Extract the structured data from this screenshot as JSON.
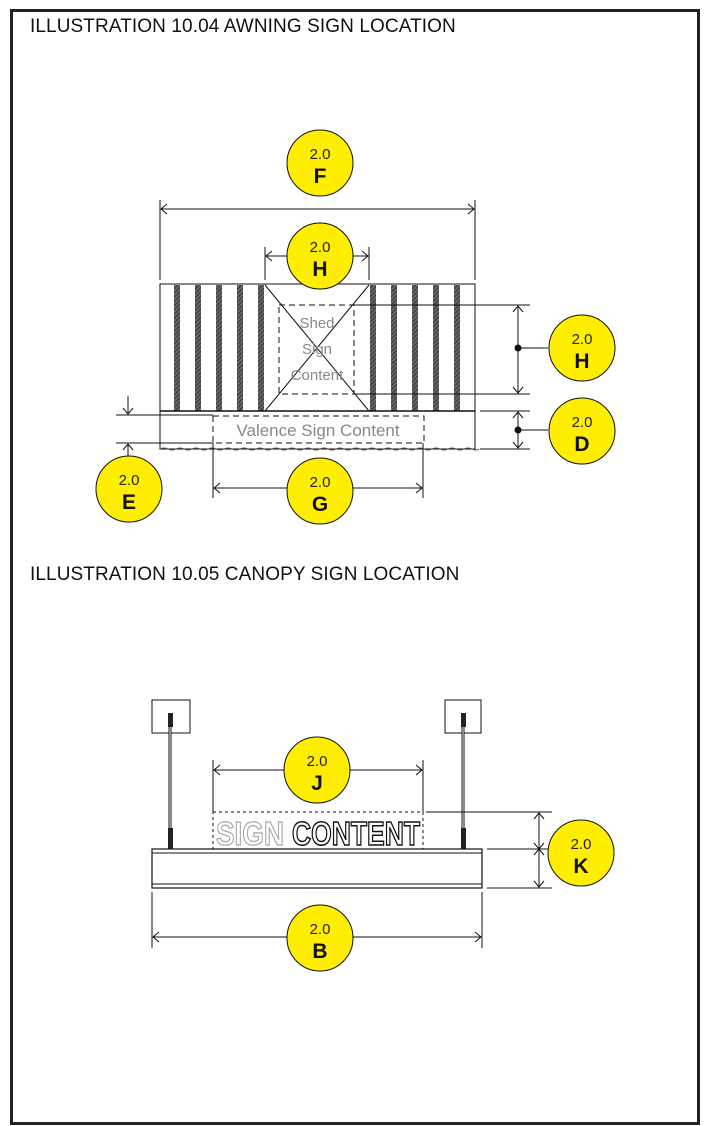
{
  "illustrations": [
    {
      "id": "awning",
      "title": "ILLUSTRATION 10.04 AWNING SIGN LOCATION"
    },
    {
      "id": "canopy",
      "title": "ILLUSTRATION 10.05 CANOPY SIGN LOCATION"
    }
  ],
  "awning": {
    "shed_sign_label": [
      "Shed",
      "Sign",
      "Content"
    ],
    "valence_sign_label": "Valence Sign Content"
  },
  "canopy": {
    "sign_word_1": "SIGN",
    "sign_word_2": "CONTENT"
  },
  "bubbles": {
    "F": {
      "number": "2.0",
      "letter": "F"
    },
    "H_top": {
      "number": "2.0",
      "letter": "H"
    },
    "H_side": {
      "number": "2.0",
      "letter": "H"
    },
    "D": {
      "number": "2.0",
      "letter": "D"
    },
    "E": {
      "number": "2.0",
      "letter": "E"
    },
    "G": {
      "number": "2.0",
      "letter": "G"
    },
    "J": {
      "number": "2.0",
      "letter": "J"
    },
    "K": {
      "number": "2.0",
      "letter": "K"
    },
    "B": {
      "number": "2.0",
      "letter": "B"
    }
  },
  "colors": {
    "bubble_fill": "#FFEE00",
    "line": "#111111",
    "frame": "#222222"
  }
}
